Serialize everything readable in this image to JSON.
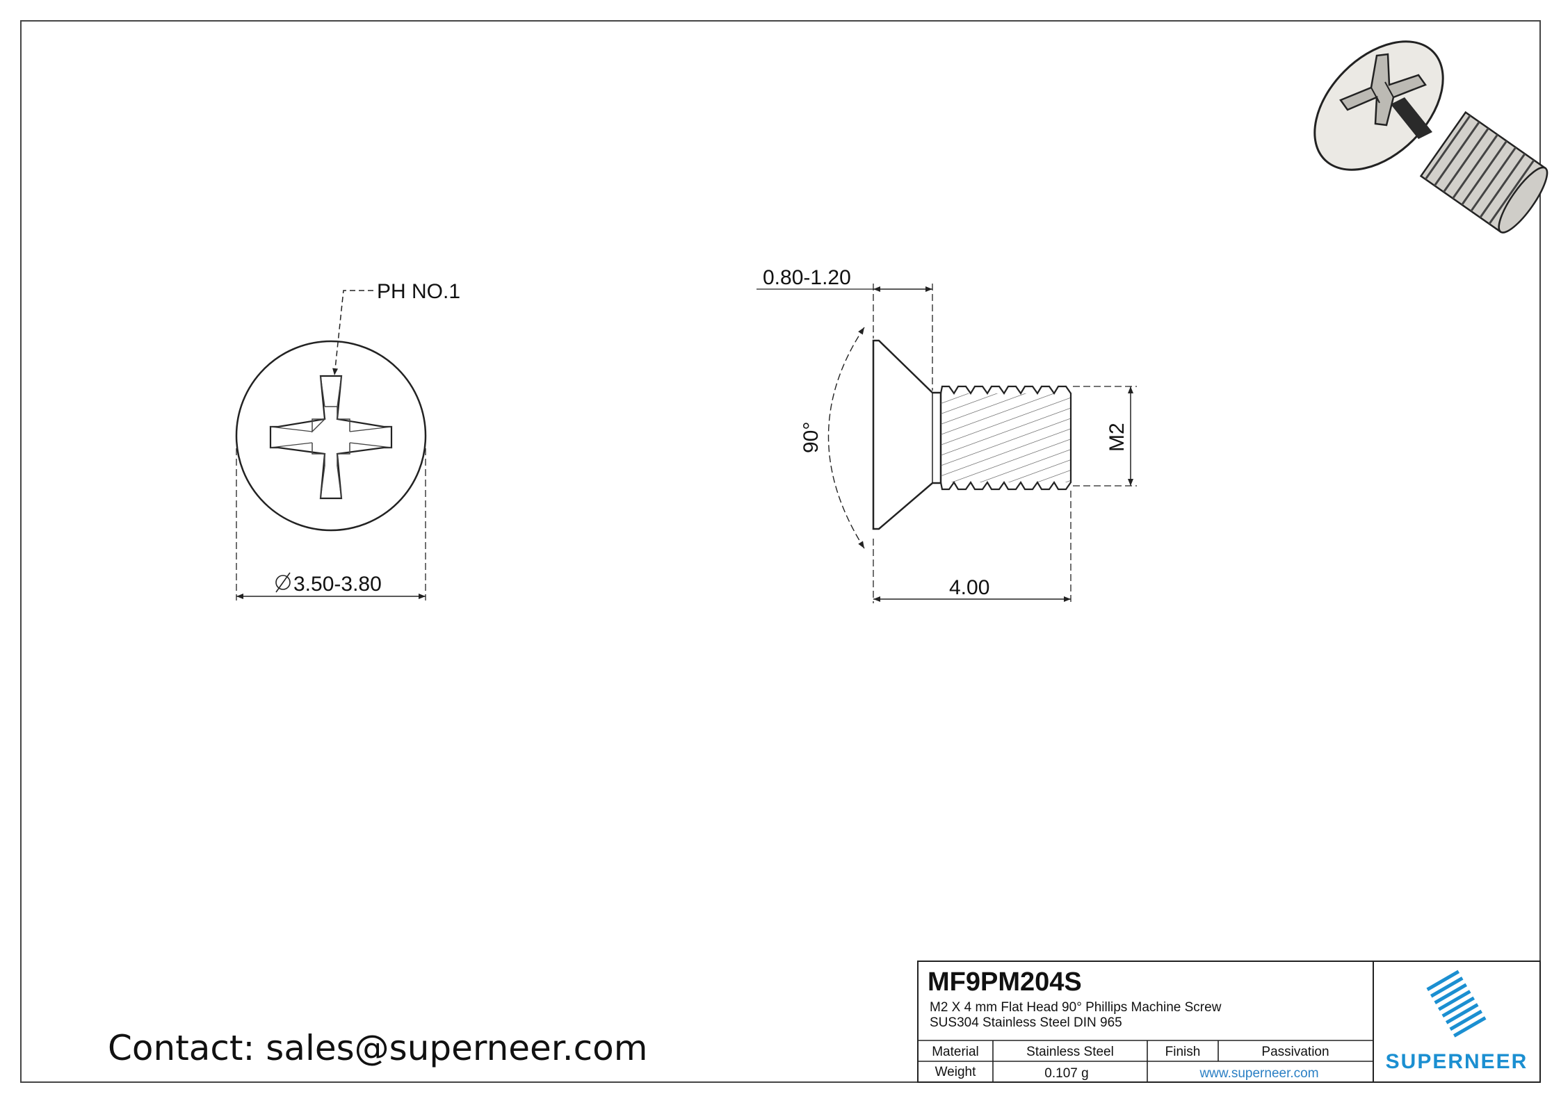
{
  "drawing": {
    "callout_phillips": "PH NO.1",
    "dim_head_diameter": "3.50-3.80",
    "dim_head_height": "0.80-1.20",
    "dim_angle": "90°",
    "dim_thread": "M2",
    "dim_length": "4.00"
  },
  "title_block": {
    "part_number": "MF9PM204S",
    "description_line1": "M2 X 4 mm  Flat Head 90° Phillips Machine Screw",
    "description_line2": "SUS304 Stainless Steel DIN 965",
    "material_label": "Material",
    "material_value": "Stainless Steel",
    "finish_label": "Finish",
    "finish_value": "Passivation",
    "weight_label": "Weight",
    "weight_value": "0.107 g",
    "website": "www.superneer.com",
    "brand": "SUPERNEER"
  },
  "contact": "Contact: sales@superneer.com",
  "colors": {
    "brand": "#1b8fd1",
    "line": "#222222",
    "link": "#2a7fc4"
  }
}
